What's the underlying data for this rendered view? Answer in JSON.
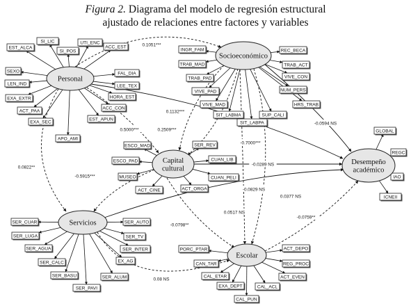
{
  "title": {
    "figure_label": "Figura 2.",
    "line1": "Diagrama del modelo de regresión estructural",
    "line2": "ajustado de relaciones entre factores y variables"
  },
  "latent": [
    {
      "id": "personal",
      "label": "Personal"
    },
    {
      "id": "socio",
      "label": "Socioeconómico"
    },
    {
      "id": "capital",
      "label": "Capital|cultural"
    },
    {
      "id": "servicios",
      "label": "Servicios"
    },
    {
      "id": "escolar",
      "label": "Escolar"
    },
    {
      "id": "desempeno",
      "label": "Desempeño|académico"
    }
  ],
  "indicators": {
    "personal": [
      "EST_ALCA",
      "SI_LIC",
      "SI_POS",
      "UTI_ENC",
      "ACC_EST",
      "SEXO",
      "LEN_IND",
      "EXA_EXTR",
      "ACT_PAA",
      "EXA_SEC",
      "APO_AMI",
      "FAL_DIA",
      "LEE_TEX",
      "HORA_EST",
      "ACC_CON",
      "EST_APUN"
    ],
    "socio": [
      "INGR_FAM",
      "TRAB_MAD",
      "TRAB_PAD",
      "VIVE_PAD",
      "VIVE_MAD",
      "SIT_LABMA",
      "SIT_LABPA",
      "SUP_CALI",
      "HRS_TRAB",
      "NUM_PERS",
      "VIVE_CON",
      "TRAB_ACT",
      "REC_BECA"
    ],
    "capital": [
      "ESCO_MAD",
      "ESCO_PAD",
      "MUSEO",
      "ACT_CINE",
      "ACT_ORGA",
      "CUAN_PELI",
      "CUAN_LIB",
      "SER_REV"
    ],
    "servicios": [
      "SER_CUAR",
      "SER_LUGA",
      "SER_AGUA",
      "SER_CALC",
      "SER_BASU",
      "SER_PAVI",
      "SER_ALUM",
      "EX_AG",
      "SER_INTER",
      "SER_TV",
      "SER_AUTO"
    ],
    "escolar": [
      "PORC_PTAR",
      "CAN_TAR",
      "CAL_ETAR",
      "EXA_DEPT",
      "CAL_PUN",
      "CAL_ACL",
      "ACT_EVEN",
      "REG_PROC",
      "ACT_DEPO"
    ],
    "desempeno": [
      "GLOBAL",
      "REGC",
      "IAO",
      "ICNEII"
    ]
  },
  "coefficients": [
    {
      "id": "personal-socio",
      "label": "0.1051***"
    },
    {
      "id": "personal-desempeno",
      "label": "0.1132***"
    },
    {
      "id": "personal-capital",
      "label": "0.5000***"
    },
    {
      "id": "socio-capital",
      "label": "0.2509***"
    },
    {
      "id": "socio-desempeno",
      "label": "-0.0594 NS"
    },
    {
      "id": "socio-capital-b",
      "label": "-0.7000***"
    },
    {
      "id": "capital-desempeno",
      "label": "-0.0289 NS"
    },
    {
      "id": "personal-servicios",
      "label": "0.0822**"
    },
    {
      "id": "capital-servicios",
      "label": "-0.5915***"
    },
    {
      "id": "servicios-desempeno",
      "label": "-0.0829 NS"
    },
    {
      "id": "capital-escolar",
      "label": "-0.0798**"
    },
    {
      "id": "socio-escolar",
      "label": "0.0517 NS"
    },
    {
      "id": "socio-escolar-b",
      "label": "0.0377 NS"
    },
    {
      "id": "escolar-desempeno",
      "label": "-0.0759**"
    },
    {
      "id": "servicios-escolar",
      "label": "0.08 NS"
    }
  ]
}
